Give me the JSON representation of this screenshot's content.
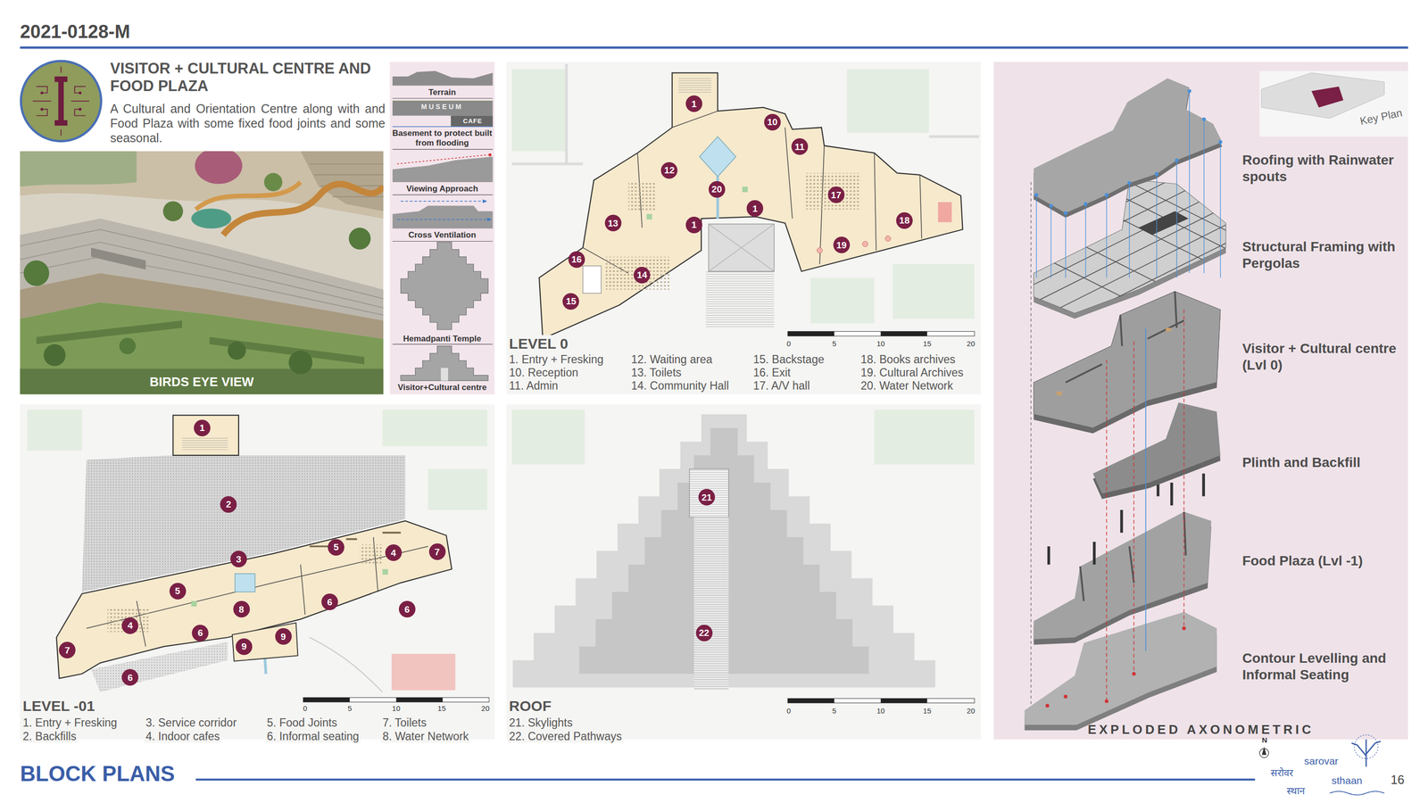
{
  "diagram": {
    "title": "VISITOR + CULTURAL CENTRE AND FOOD PLAZA",
    "nodes": [
      {
        "text": [
          "BIRDS EYE VIEW"
        ]
      },
      {
        "text": [
          "Terrain",
          "MUSEUM",
          "CAFE",
          "Basement to protect built from flooding",
          "Viewing Approach",
          "Cross Ventilation",
          "Hemadpanti Temple",
          "Visitor+Cultural centre"
        ]
      },
      {
        "text": [
          "LEVEL 0",
          "1. Entry + Fresking",
          "10. Reception",
          "11. Admin",
          "12. Waiting area",
          "13. Toilets",
          "14. Community Hall",
          "15. Backstage",
          "16. Exit",
          "17. A/V hall",
          "18. Books archives",
          "19. Cultural Archives",
          "20. Water Network"
        ]
      },
      {
        "text": [
          "1"
        ],
        "in": 2
      },
      {
        "text": [
          "10"
        ],
        "in": 2
      },
      {
        "text": [
          "11"
        ],
        "in": 2
      },
      {
        "text": [
          "12"
        ],
        "in": 2
      },
      {
        "text": [
          "20"
        ],
        "in": 2
      },
      {
        "text": [
          "17"
        ],
        "in": 2
      },
      {
        "text": [
          "1"
        ],
        "in": 2
      },
      {
        "text": [
          "1"
        ],
        "in": 2
      },
      {
        "text": [
          "13"
        ],
        "in": 2
      },
      {
        "text": [
          "18"
        ],
        "in": 2
      },
      {
        "text": [
          "19"
        ],
        "in": 2
      },
      {
        "text": [
          "16"
        ],
        "in": 2
      },
      {
        "text": [
          "14"
        ],
        "in": 2
      },
      {
        "text": [
          "15"
        ],
        "in": 2
      },
      {
        "text": [
          "Key Plan",
          "Roofing with Rainwater spouts",
          "Structural Framing with Pergolas",
          "Visitor + Cultural centre (Lvl 0)",
          "Plinth and Backfill",
          "Food Plaza (Lvl -1)",
          "Contour Levelling and Informal Seating",
          "EXPLODED AXONOMETRIC"
        ]
      },
      {
        "text": [
          "LEVEL -01",
          "1. Entry + Fresking",
          "2. Backfills",
          "3. Service corridor",
          "4. Indoor cafes",
          "5. Food Joints",
          "6. Informal seating",
          "7. Toilets",
          "8. Water Network"
        ]
      },
      {
        "text": [
          "1"
        ],
        "in": 18
      },
      {
        "text": [
          "2"
        ],
        "in": 18
      },
      {
        "text": [
          "5"
        ],
        "in": 18
      },
      {
        "text": [
          "4"
        ],
        "in": 18
      },
      {
        "text": [
          "7"
        ],
        "in": 18
      },
      {
        "text": [
          "3"
        ],
        "in": 18
      },
      {
        "text": [
          "5"
        ],
        "in": 18
      },
      {
        "text": [
          "6"
        ],
        "in": 18
      },
      {
        "text": [
          "6"
        ],
        "in": 18
      },
      {
        "text": [
          "8"
        ],
        "in": 18
      },
      {
        "text": [
          "4"
        ],
        "in": 18
      },
      {
        "text": [
          "6"
        ],
        "in": 18
      },
      {
        "text": [
          "9"
        ],
        "in": 18
      },
      {
        "text": [
          "9"
        ],
        "in": 18
      },
      {
        "text": [
          "7"
        ],
        "in": 18
      },
      {
        "text": [
          "6"
        ],
        "in": 18
      },
      {
        "text": [
          "ROOF",
          "21. Skylights",
          "22. Covered Pathways"
        ]
      },
      {
        "text": [
          "21"
        ],
        "in": 35
      },
      {
        "text": [
          "22"
        ],
        "in": 35
      }
    ],
    "labels": [
      "2021-0128-M",
      "A Cultural and Orientation Centre along with and Food Plaza with some fixed food joints and some seasonal.",
      "0",
      "5",
      "10",
      "15",
      "20",
      "0",
      "5",
      "10",
      "15",
      "20",
      "0",
      "5",
      "10",
      "15",
      "20",
      "BLOCK PLANS",
      "N",
      "सरोवर",
      "sarovar",
      "स्थान",
      "sthaan",
      "16"
    ]
  }
}
